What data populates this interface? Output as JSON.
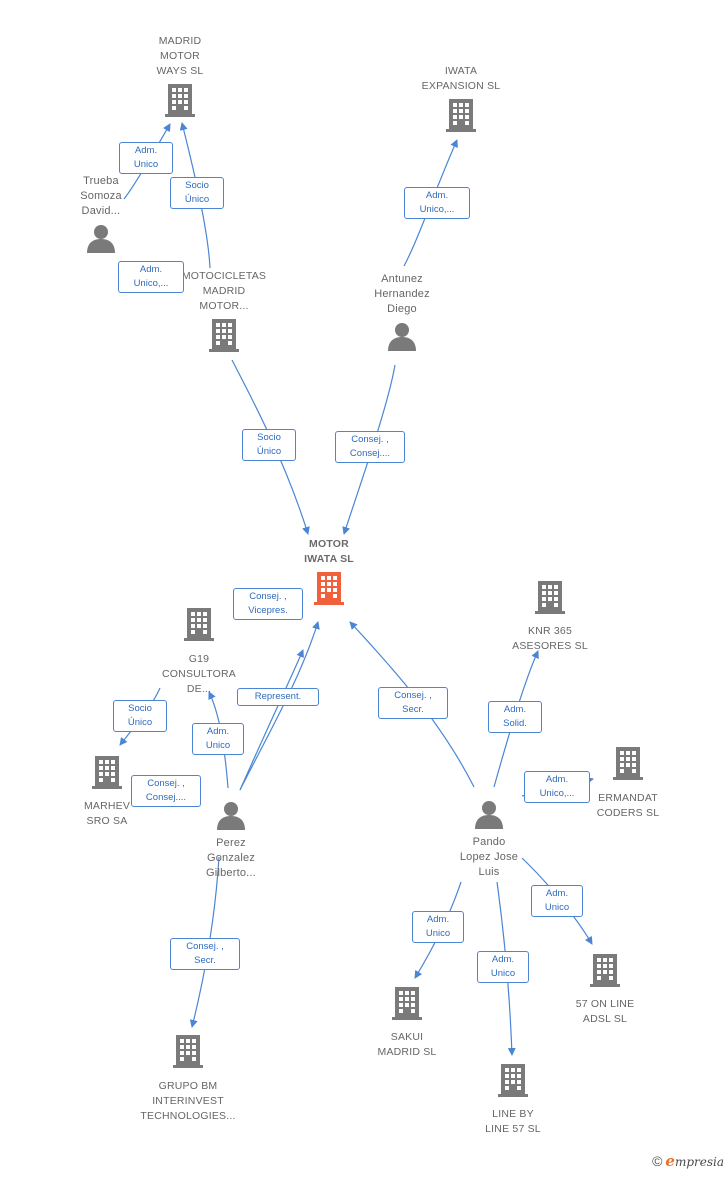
{
  "nodes": {
    "madrid_motor_ways": {
      "lines": [
        "MADRID",
        "MOTOR",
        "WAYS  SL"
      ]
    },
    "iwata_expansion": {
      "lines": [
        "IWATA",
        "EXPANSION  SL"
      ]
    },
    "trueba": {
      "lines": [
        "Trueba",
        "Somoza",
        "David..."
      ]
    },
    "motocicletas": {
      "lines": [
        "MOTOCICLETAS",
        "MADRID",
        "MOTOR..."
      ]
    },
    "antunez": {
      "lines": [
        "Antunez",
        "Hernandez",
        "Diego"
      ]
    },
    "motor_iwata": {
      "lines": [
        "MOTOR",
        "IWATA  SL"
      ]
    },
    "g19": {
      "lines": [
        "G19",
        "CONSULTORA",
        "DE..."
      ]
    },
    "knr365": {
      "lines": [
        "KNR 365",
        "ASESORES SL"
      ]
    },
    "marhev": {
      "lines": [
        "MARHEV",
        "SRO SA"
      ]
    },
    "ermandat": {
      "lines": [
        "ERMANDAT",
        "CODERS  SL"
      ]
    },
    "perez": {
      "lines": [
        "Perez",
        "Gonzalez",
        "Gilberto..."
      ]
    },
    "pando": {
      "lines": [
        "Pando",
        "Lopez Jose",
        "Luis"
      ]
    },
    "online57": {
      "lines": [
        "57 ON LINE",
        "ADSL  SL"
      ]
    },
    "sakui": {
      "lines": [
        "SAKUI",
        "MADRID SL"
      ]
    },
    "grupo_bm": {
      "lines": [
        "GRUPO BM",
        "INTERINVEST",
        "TECHNOLOGIES..."
      ]
    },
    "linebyline": {
      "lines": [
        "LINE BY",
        "LINE 57  SL"
      ]
    }
  },
  "edges": {
    "e1": {
      "lines": [
        "Adm.",
        "Unico"
      ]
    },
    "e2": {
      "lines": [
        "Socio",
        "Único"
      ]
    },
    "e3": {
      "lines": [
        "Adm.",
        "Unico,..."
      ]
    },
    "e4": {
      "lines": [
        "Adm.",
        "Unico,..."
      ]
    },
    "e5": {
      "lines": [
        "Socio",
        "Único"
      ]
    },
    "e6": {
      "lines": [
        "Consej. ,",
        "Consej...."
      ]
    },
    "e7": {
      "lines": [
        "Consej. ,",
        "Vicepres."
      ]
    },
    "e8": {
      "lines": [
        "Socio",
        "Único"
      ]
    },
    "e9": {
      "lines": [
        "Adm.",
        "Unico"
      ]
    },
    "e10": {
      "lines": [
        "Represent."
      ]
    },
    "e11": {
      "lines": [
        "Consej. ,",
        "Secr."
      ]
    },
    "e12": {
      "lines": [
        "Adm.",
        "Solid."
      ]
    },
    "e13": {
      "lines": [
        "Consej. ,",
        "Consej...."
      ]
    },
    "e14": {
      "lines": [
        "Adm.",
        "Unico,..."
      ]
    },
    "e15": {
      "lines": [
        "Adm.",
        "Unico"
      ]
    },
    "e16": {
      "lines": [
        "Consej. ,",
        "Secr."
      ]
    },
    "e17": {
      "lines": [
        "Adm.",
        "Unico"
      ]
    },
    "e18": {
      "lines": [
        "Adm.",
        "Unico"
      ]
    }
  },
  "branding": {
    "copyright": "©",
    "brand_initial": "e",
    "brand_rest": "mpresia"
  },
  "colors": {
    "edge": "#4a86d4",
    "building": "#7a7a7a",
    "center_building": "#f0603a",
    "person": "#7a7a7a",
    "label_text": "#666666"
  }
}
